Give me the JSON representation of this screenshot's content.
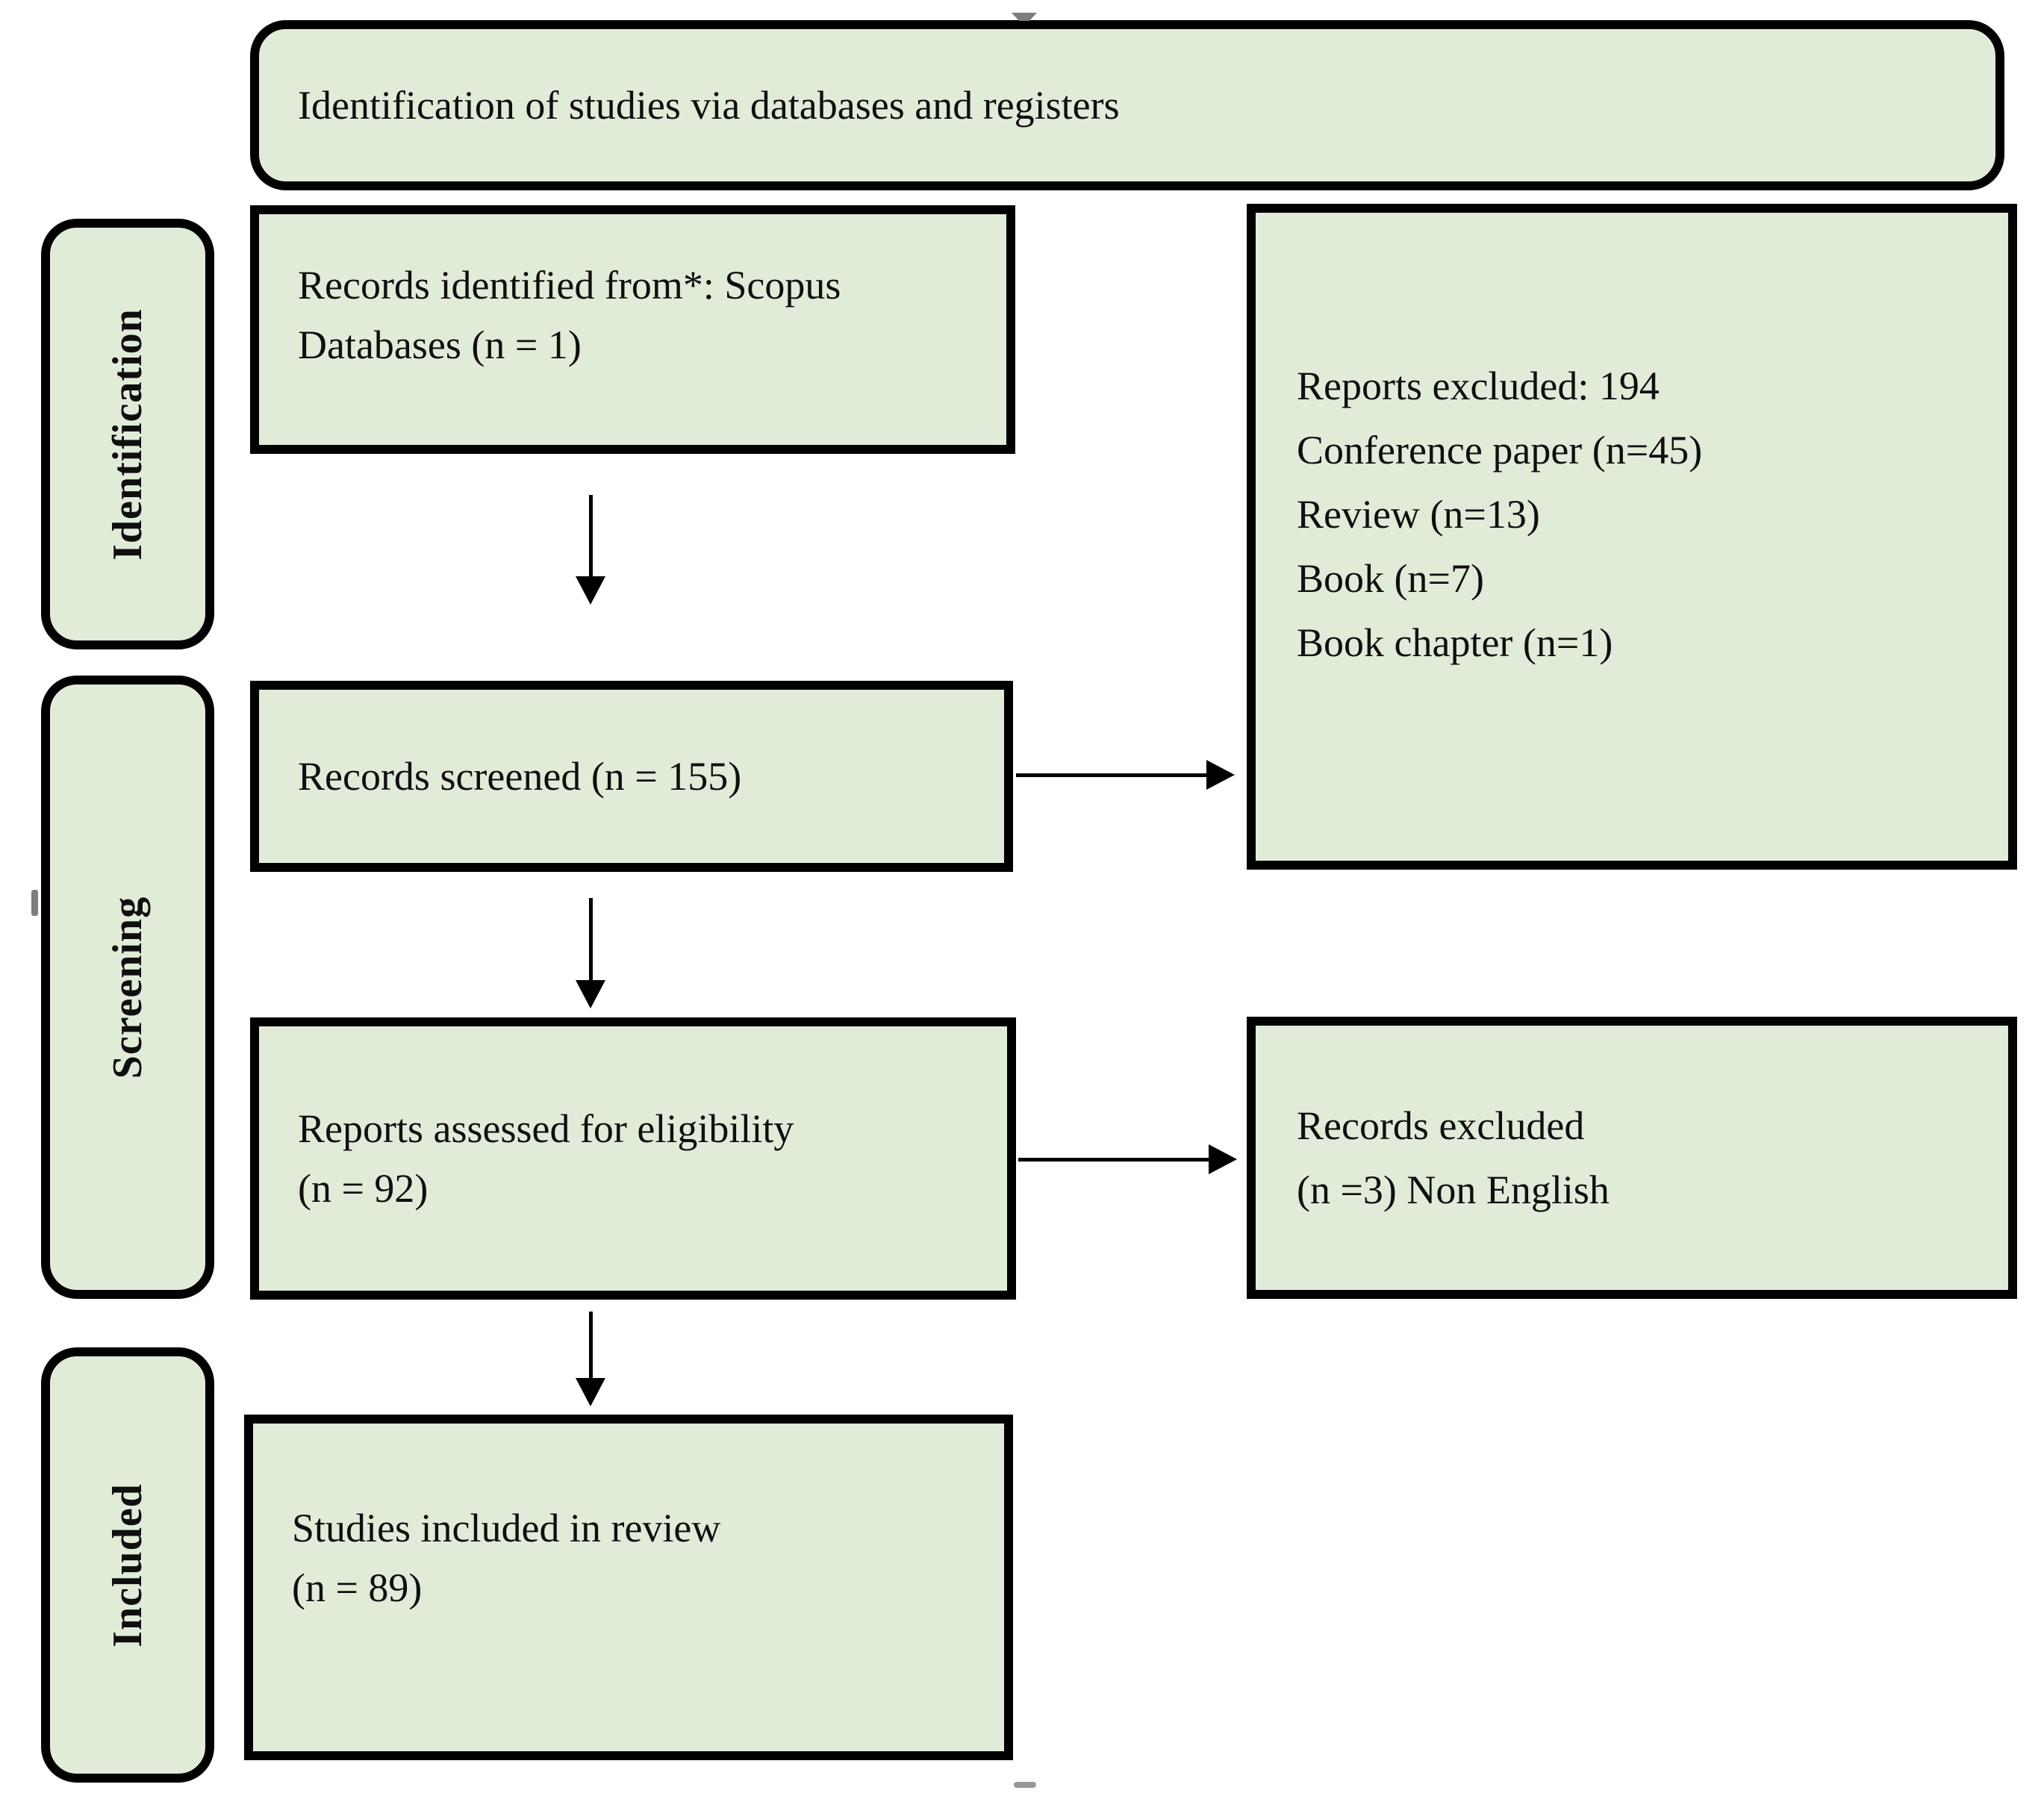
{
  "diagram": {
    "title": "Identification of studies via databases and registers",
    "stages": [
      {
        "label": "Identification"
      },
      {
        "label": "Screening"
      },
      {
        "label": "Included"
      }
    ],
    "boxes": [
      {
        "id": "records-identified",
        "lines": [
          "Records identified from*: Scopus",
          "Databases (n = 1)"
        ]
      },
      {
        "id": "records-screened",
        "lines": [
          "Records screened (n = 155)"
        ]
      },
      {
        "id": "reports-assessed",
        "lines": [
          "Reports assessed for eligibility",
          "(n = 92)"
        ]
      },
      {
        "id": "studies-included",
        "lines": [
          "Studies included in review",
          "(n = 89)"
        ]
      }
    ],
    "exclusions": [
      {
        "id": "reports-excluded",
        "lines": [
          "Reports excluded: 194",
          "Conference paper (n=45)",
          "Review (n=13)",
          "Book (n=7)",
          "Book chapter (n=1)"
        ]
      },
      {
        "id": "records-excluded",
        "lines": [
          "Records excluded",
          "(n =3) Non English"
        ]
      }
    ],
    "colors": {
      "box_fill": "#e0ecd8",
      "box_border": "#000000",
      "background": "#ffffff",
      "handle": "#7d7d7d",
      "text": "#0f0f0f"
    }
  }
}
